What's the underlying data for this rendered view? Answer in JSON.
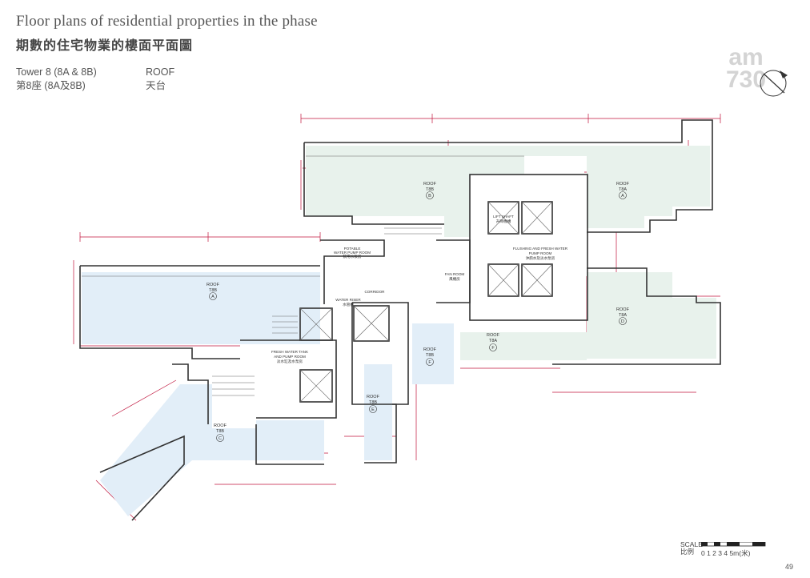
{
  "header": {
    "title_en": "Floor plans of residential properties in the phase",
    "title_zh": "期數的住宅物業的樓面平面圖"
  },
  "floor": {
    "tower_en": "Tower 8 (8A & 8B)",
    "tower_zh": "第8座 (8A及8B)",
    "level_en": "ROOF",
    "level_zh": "天台"
  },
  "watermark": {
    "line1": "am",
    "line2": "730"
  },
  "rooms": {
    "potable": "POTABLE",
    "potable2": "WATER PUMP ROOM",
    "potable_zh": "飲用水泵房",
    "fan": "FAN ROOM",
    "fan_zh": "風機房",
    "corridor": "CORRIDOR",
    "water_riser": "WATER RISER",
    "water_riser_zh": "水管槽",
    "flushing": "FLUSHING AND FRESH WATER",
    "flushing2": "PUMP ROOM",
    "flushing_zh": "沖廁水及淡水泵房",
    "freshwater": "FRESH WATER TANK",
    "freshwater2": "AND PUMP ROOM",
    "freshwater_zh": "淡水缸及水泵房",
    "lift_shaft": "LIFT SHAFT",
    "lift_shaft_zh": "升降機槽"
  },
  "roofs": {
    "t8a": "T8A",
    "t8b": "T8B",
    "roof": "ROOF",
    "a": "A",
    "b": "B",
    "c": "C",
    "d": "D",
    "e": "E",
    "f": "F"
  },
  "scale": {
    "label_en": "SCALE",
    "label_zh": "比例",
    "ticks": "0    1    2    3    4    5m(米)"
  },
  "page_number": "49",
  "colors": {
    "roof_a_fill": "#e8f2ec",
    "roof_b_fill": "#e2eef8",
    "wall": "#333333",
    "dimension": "#c0143c"
  }
}
